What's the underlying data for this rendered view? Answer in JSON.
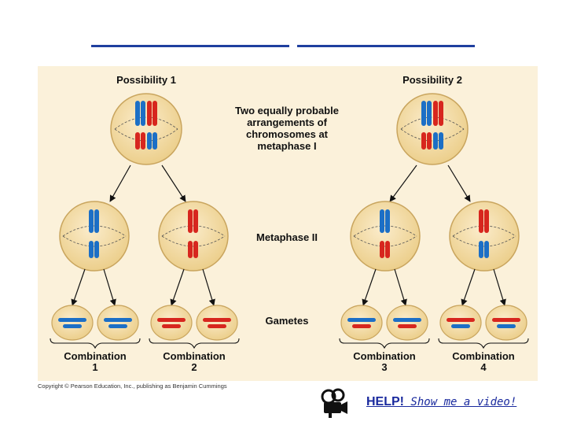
{
  "slide": {
    "copyright": "Copyright © Pearson Education, Inc., publishing as Benjamin Cummings",
    "help": {
      "strong": "HELP!",
      "rest": " Show me a video!"
    }
  },
  "diagram": {
    "possibility_1": "Possibility 1",
    "possibility_2": "Possibility 2",
    "note_lines": [
      "Two equally probable",
      "arrangements of",
      "chromosomes at",
      "metaphase I"
    ],
    "metaphase_2": "Metaphase II",
    "gametes": "Gametes",
    "combinations": [
      {
        "word": "Combination",
        "num": "1"
      },
      {
        "word": "Combination",
        "num": "2"
      },
      {
        "word": "Combination",
        "num": "3"
      },
      {
        "word": "Combination",
        "num": "4"
      }
    ]
  },
  "colors": {
    "blue": "#1c6fc6",
    "red": "#d7261e",
    "cell_fill": "#f3dca6",
    "cell_edge": "#c9a55e",
    "background": "#fbf1da"
  },
  "icons": {
    "help_video": "film-camera-icon"
  }
}
